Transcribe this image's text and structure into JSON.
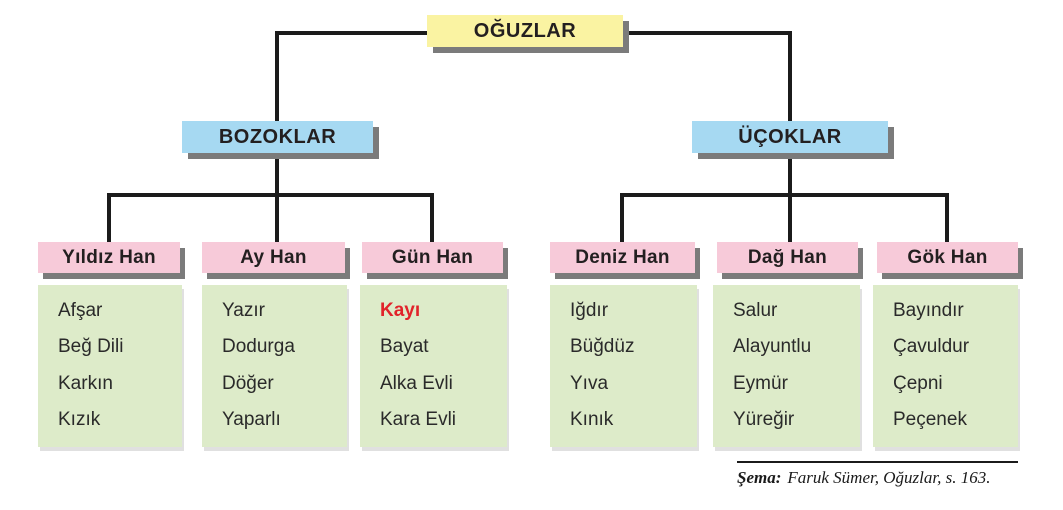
{
  "root": {
    "label": "OĞUZLAR"
  },
  "branches": [
    {
      "label": "BOZOKLAR",
      "children": [
        {
          "label": "Yıldız Han",
          "tribes": [
            "Afşar",
            "Beğ Dili",
            "Karkın",
            "Kızık"
          ]
        },
        {
          "label": "Ay Han",
          "tribes": [
            "Yazır",
            "Dodurga",
            "Döğer",
            "Yaparlı"
          ]
        },
        {
          "label": "Gün Han",
          "tribes": [
            "Kayı",
            "Bayat",
            "Alka Evli",
            "Kara Evli"
          ],
          "highlighted_tribe": "Kayı"
        }
      ]
    },
    {
      "label": "ÜÇOKLAR",
      "children": [
        {
          "label": "Deniz Han",
          "tribes": [
            "Iğdır",
            "Büğdüz",
            "Yıva",
            "Kınık"
          ]
        },
        {
          "label": "Dağ Han",
          "tribes": [
            "Salur",
            "Alayuntlu",
            "Eymür",
            "Yüreğir"
          ]
        },
        {
          "label": "Gök Han",
          "tribes": [
            "Bayındır",
            "Çavuldur",
            "Çepni",
            "Peçenek"
          ]
        }
      ]
    }
  ],
  "caption": {
    "prefix": "Şema:",
    "text": "Faruk Sümer, Oğuzlar, s. 163."
  },
  "colors": {
    "root_fill": "#faf3a2",
    "branch_fill": "#a6d9f2",
    "han_fill": "#f7cad9",
    "tribe_fill": "#ddebc9",
    "shadow": "#7b7b7b",
    "line": "#1b1b1b",
    "text": "#231f20",
    "highlight_red": "#e1232a"
  }
}
